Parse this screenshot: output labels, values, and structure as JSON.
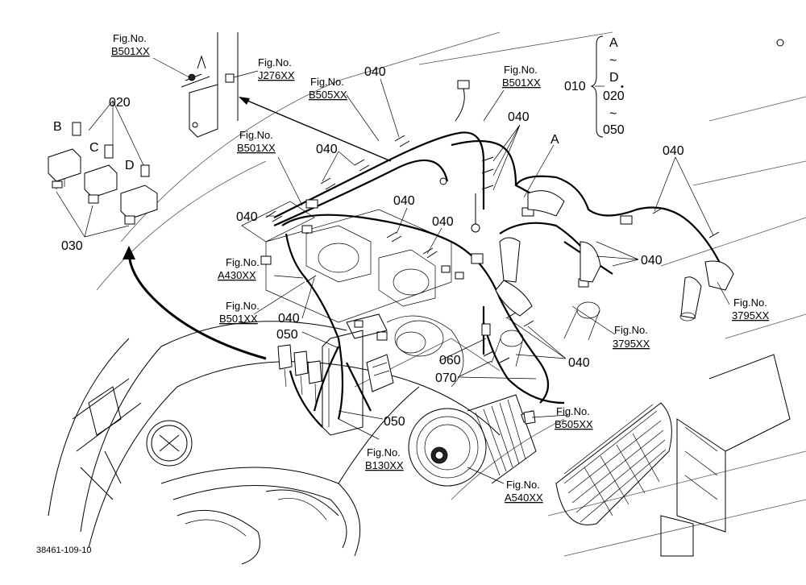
{
  "diagram": {
    "drawing_number": "38461-109-10",
    "callouts": {
      "n040": "040",
      "n020": "020",
      "n030": "030",
      "n050": "050",
      "n060": "060",
      "n070": "070",
      "n010": "010"
    },
    "letters": {
      "A": "A",
      "B": "B",
      "C": "C",
      "D": "D"
    },
    "bracket": {
      "top": "A",
      "tilde1": "~",
      "mid": "D",
      "dot": "•",
      "n020": "020",
      "tilde2": "~",
      "n050": "050"
    },
    "fig_prefix": "Fig.No.",
    "figs": {
      "B501XX": "B501XX",
      "J276XX": "J276XX",
      "B505XX": "B505XX",
      "A430XX": "A430XX",
      "B130XX": "B130XX",
      "A540XX": "A540XX",
      "3795XX": "3795XX"
    }
  }
}
